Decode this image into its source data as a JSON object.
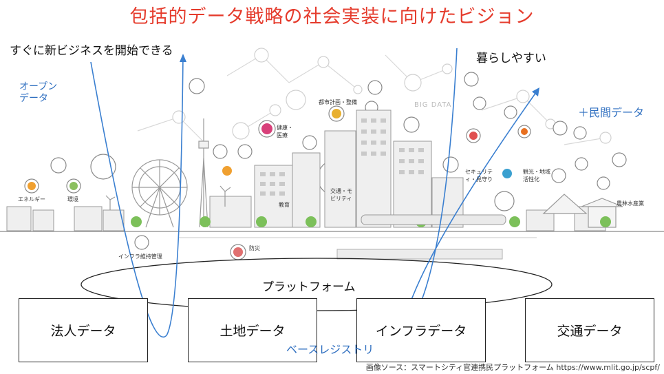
{
  "title": "包括的データ戦略の社会実装に向けたビジョン",
  "labels": {
    "new_business": "すぐに新ビジネスを開始できる",
    "livable": "暮らしやすい",
    "open_data": "オープン\nデータ",
    "private_data": "＋民間データ",
    "big_data": "BIG DATA",
    "platform": "プラットフォーム",
    "base_registry": "ベースレジストリ",
    "source": "画像ソース：スマートシティ官連携民プラットフォーム https://www.mlit.go.jp/scpf/"
  },
  "city_labels": {
    "energy": "エネルギー",
    "environment": "環境",
    "infra_maintenance": "インフラ維持管理",
    "disaster": "防災",
    "urban_planning": "都市計画・整備",
    "health": "健康・医療",
    "transport": "交通・モビリティ",
    "education": "教育",
    "security": "セキュリティ・見守り",
    "tourism": "観光・地域活性化",
    "agriculture": "農林水産業"
  },
  "boxes": [
    {
      "label": "法人データ"
    },
    {
      "label": "土地データ"
    },
    {
      "label": "インフラデータ"
    },
    {
      "label": "交通データ"
    }
  ],
  "colors": {
    "title": "#e53b2c",
    "arrow": "#3a7fd0",
    "accent_blue": "#2f6fc0"
  }
}
